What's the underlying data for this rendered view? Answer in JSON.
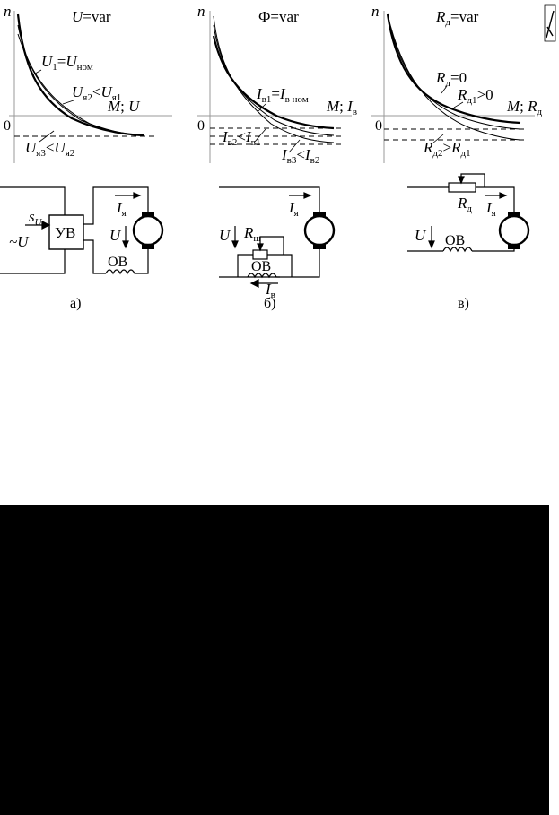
{
  "panels": {
    "a": {
      "axis_n": "n",
      "title_var": "U",
      "title_eq": "=var",
      "zero": "0",
      "axis_h": {
        "m": "M",
        "sep": "; ",
        "v": "U"
      },
      "c1": {
        "v1": "U",
        "s1": "1",
        "eq": "=",
        "v2": "U",
        "s2": "ном"
      },
      "c2": {
        "v1": "U",
        "s1": "я2",
        "op": "<",
        "v2": "U",
        "s2": "я1"
      },
      "c3": {
        "v1": "U",
        "s1": "я3",
        "op": "<",
        "v2": "U",
        "s2": "я2"
      },
      "sU": "s",
      "sU_sub": "U",
      "uv": "УВ",
      "ac": "~U",
      "Ia": "I",
      "Ia_sub": "я",
      "U": "U",
      "ov": "ОВ",
      "caption": "а)"
    },
    "b": {
      "axis_n": "n",
      "title": "Ф=var",
      "zero": "0",
      "axis_h": {
        "m": "M",
        "sep": "; ",
        "v": "I",
        "s": "в"
      },
      "c1": {
        "v1": "I",
        "s1": "в1",
        "eq": "=",
        "v2": "I",
        "s2": "в ном"
      },
      "c2": {
        "v1": "I",
        "s1": "в2",
        "op": "<",
        "v2": "I",
        "s2": "в1"
      },
      "c3": {
        "v1": "I",
        "s1": "в3",
        "op": "<",
        "v2": "I",
        "s2": "в2"
      },
      "Ia": "I",
      "Ia_sub": "я",
      "U": "U",
      "Rsh": "R",
      "Rsh_sub": "ш",
      "ov": "ОВ",
      "Iv": "I",
      "Iv_sub": "в",
      "caption": "б)"
    },
    "c": {
      "axis_n": "n",
      "title_var": "R",
      "title_sub": "д",
      "title_eq": "=var",
      "zero": "0",
      "axis_h": {
        "m": "M",
        "sep": "; ",
        "v": "R",
        "s": "д"
      },
      "c1": {
        "v1": "R",
        "s1": "д",
        "eq": "=0"
      },
      "c2": {
        "v1": "R",
        "s1": "д1",
        "op": ">0"
      },
      "c3": {
        "v1": "R",
        "s1": "д2",
        "op": ">",
        "v2": "R",
        "s2": "д1"
      },
      "Rd": "R",
      "Rd_sub": "д",
      "Ia": "I",
      "Ia_sub": "я",
      "U": "U",
      "ov": "ОВ",
      "caption": "в)"
    }
  }
}
